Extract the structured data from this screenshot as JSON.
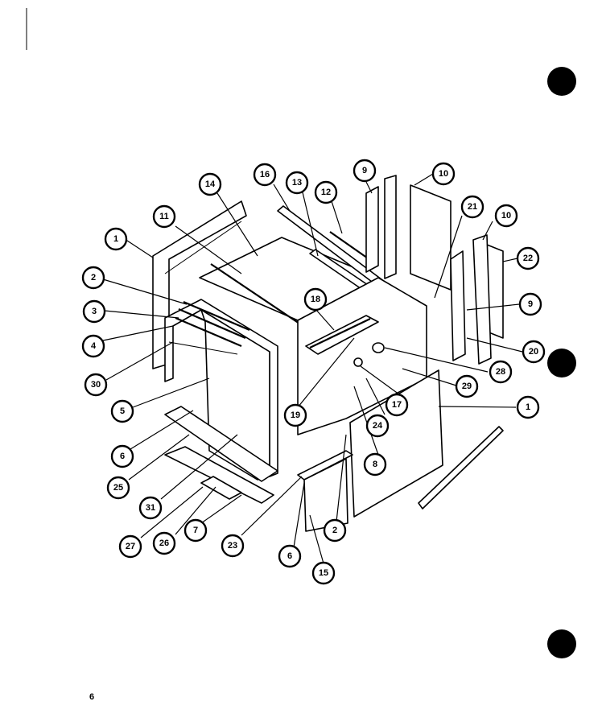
{
  "page_number": "6",
  "callouts": [
    {
      "label": "1"
    },
    {
      "label": "2"
    },
    {
      "label": "3"
    },
    {
      "label": "4"
    },
    {
      "label": "30"
    },
    {
      "label": "5"
    },
    {
      "label": "6"
    },
    {
      "label": "25"
    },
    {
      "label": "31"
    },
    {
      "label": "27"
    },
    {
      "label": "26"
    },
    {
      "label": "7"
    },
    {
      "label": "23"
    },
    {
      "label": "6"
    },
    {
      "label": "15"
    },
    {
      "label": "2"
    },
    {
      "label": "8"
    },
    {
      "label": "24"
    },
    {
      "label": "17"
    },
    {
      "label": "19"
    },
    {
      "label": "18"
    },
    {
      "label": "11"
    },
    {
      "label": "14"
    },
    {
      "label": "16"
    },
    {
      "label": "13"
    },
    {
      "label": "12"
    },
    {
      "label": "9"
    },
    {
      "label": "10"
    },
    {
      "label": "21"
    },
    {
      "label": "10"
    },
    {
      "label": "22"
    },
    {
      "label": "9"
    },
    {
      "label": "20"
    },
    {
      "label": "28"
    },
    {
      "label": "29"
    },
    {
      "label": "1"
    }
  ]
}
